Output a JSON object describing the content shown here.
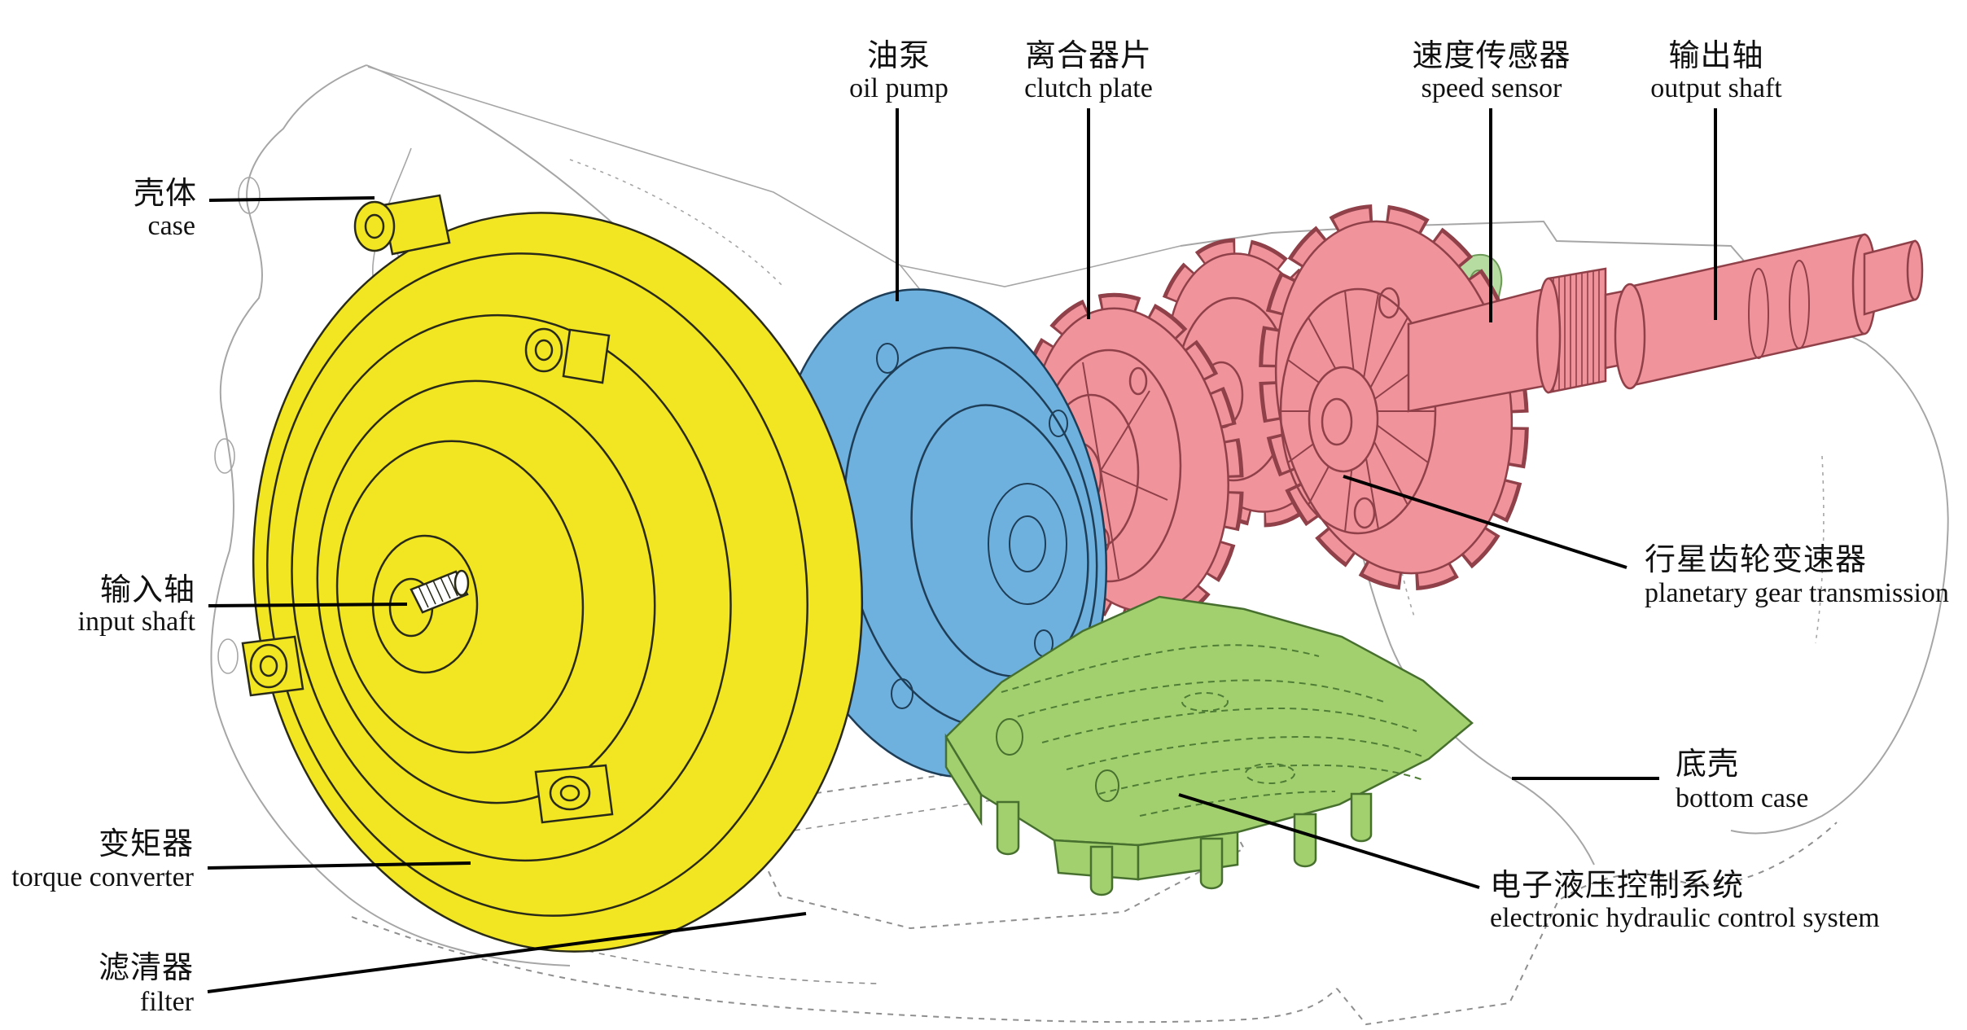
{
  "diagram": {
    "subject": "automatic transmission exploded view",
    "labels": {
      "case": {
        "zh": "壳体",
        "en": "case"
      },
      "input_shaft": {
        "zh": "输入轴",
        "en": "input shaft"
      },
      "torque_converter": {
        "zh": "变矩器",
        "en": "torque converter"
      },
      "filter": {
        "zh": "滤清器",
        "en": "filter"
      },
      "oil_pump": {
        "zh": "油泵",
        "en": "oil pump"
      },
      "clutch_plate": {
        "zh": "离合器片",
        "en": "clutch plate"
      },
      "speed_sensor": {
        "zh": "速度传感器",
        "en": "speed sensor"
      },
      "output_shaft": {
        "zh": "输出轴",
        "en": "output shaft"
      },
      "planetary_gear": {
        "zh": "行星齿轮变速器",
        "en": "planetary gear transmission"
      },
      "bottom_case": {
        "zh": "底壳",
        "en": "bottom case"
      },
      "electronic_hydraulic": {
        "zh": "电子液压控制系统",
        "en": "electronic hydraulic control system"
      }
    }
  },
  "colors": {
    "background": "#ffffff",
    "label_text": "#111111",
    "leader": "#000000",
    "outline_gray": "#a6a6a6",
    "outline_gray_dark": "#8f8f8f",
    "yellow": "#F2E622",
    "yellow_stroke": "#2a2a18",
    "blue": "#6FB1DE",
    "blue_stroke": "#1e3d57",
    "pink": "#F0939B",
    "pink_stroke": "#8f4049",
    "green": "#A2D06F",
    "green_stroke": "#47702f",
    "green_channel": "#4f7d36",
    "sensor_green": "#B7DCA2",
    "sensor_stroke": "#6d9a58"
  }
}
